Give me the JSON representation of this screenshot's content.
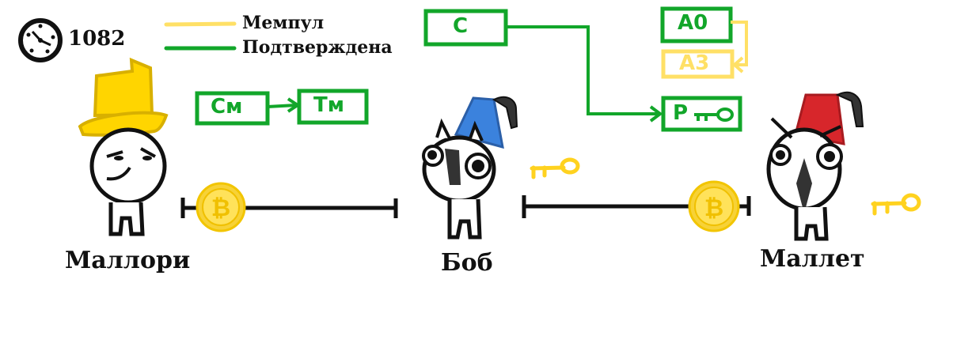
{
  "clock": {
    "icon": "clock-icon",
    "value": "1082"
  },
  "legend": {
    "items": [
      {
        "label": "Мемпул",
        "color": "#ffe066"
      },
      {
        "label": "Подтверждена",
        "color": "#12a62a"
      }
    ]
  },
  "blocks": {
    "c_m": "См",
    "t_m": "Тм",
    "c": "С",
    "a0": "А0",
    "a3": "А3",
    "p": "Р"
  },
  "colors": {
    "confirmed": "#12a62a",
    "mempool": "#ffe066",
    "coin": "#f7d237",
    "coin_dark": "#e8b800",
    "hat_yellow": "#ffd500",
    "fez_blue": "#3b82dd",
    "fez_red": "#d7262b",
    "key": "#ffd21f"
  },
  "characters": {
    "mallory": "Маллори",
    "bob": "Боб",
    "mallet": "Маллет"
  },
  "icons": {
    "coin": "bitcoin-icon",
    "key": "key-icon"
  }
}
